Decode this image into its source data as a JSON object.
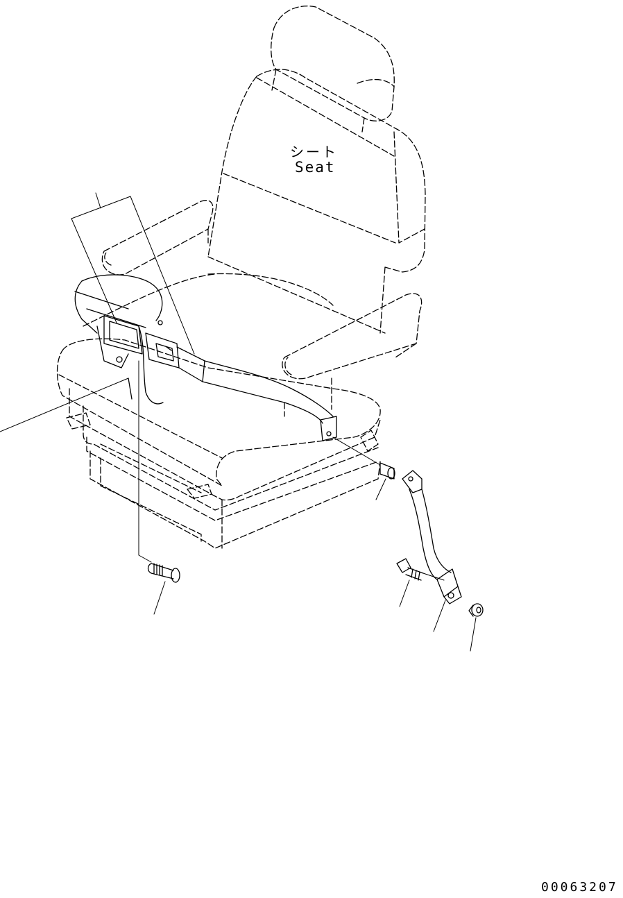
{
  "diagram": {
    "label_jp": "シート",
    "label_en": "Seat",
    "figure_id": "00063207"
  },
  "colors": {
    "line": "#000000",
    "background": "#ffffff"
  }
}
